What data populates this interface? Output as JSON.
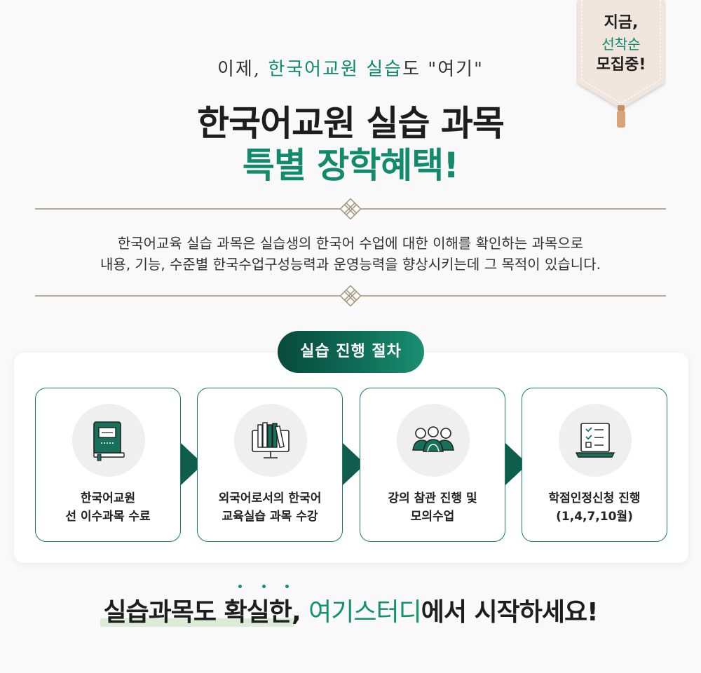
{
  "ribbon": {
    "line1": "지금,",
    "line2": "선착순",
    "line3": "모집중!",
    "color_bg": "#f0e6de",
    "color_tassel": "#d9a277"
  },
  "header": {
    "intro_prefix": "이제, ",
    "intro_highlight": "한국어교원 실습",
    "intro_suffix": "도 \"여기\"",
    "title_line1": "한국어교원 실습 과목",
    "title_line2": "특별 장학혜택!"
  },
  "description": {
    "line1": "한국어교육 실습 과목은 실습생의 한국어 수업에 대한 이해를 확인하는 과목으로",
    "line2": "내용, 기능, 수준별 한국수업구성능력과 운영능력을 향상시키는데 그 목적이 있습니다."
  },
  "procedure": {
    "title": "실습 진행 절차",
    "steps": [
      {
        "icon": "book-icon",
        "line1": "한국어교원",
        "line2": "선 이수과목 수료"
      },
      {
        "icon": "bookshelf-monitor-icon",
        "line1": "외국어로서의 한국어",
        "line2": "교육실습 과목 수강"
      },
      {
        "icon": "people-group-icon",
        "line1": "강의 참관 진행 및",
        "line2": "모의수업"
      },
      {
        "icon": "checklist-laptop-icon",
        "line1": "학점인정신청 진행",
        "line2": "(1,4,7,10월)"
      }
    ]
  },
  "closing": {
    "underlined": "실습과목도 확실한",
    "comma": ", ",
    "brand": "여기스터디",
    "suffix": "에서 시작하세요!"
  },
  "colors": {
    "accent": "#138a6b",
    "dark_green": "#0f5d4c",
    "divider": "#b7ab95",
    "background": "#f9f9f9"
  }
}
